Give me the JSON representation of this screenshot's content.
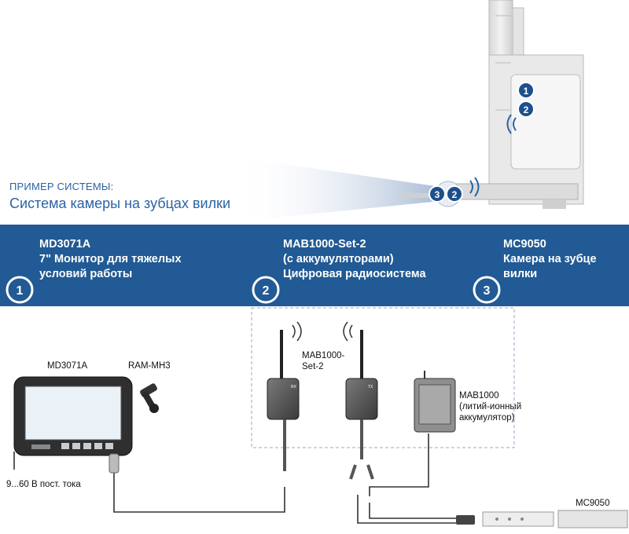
{
  "header": {
    "system_label": "ПРИМЕР СИСТЕМЫ:",
    "system_title": "Система камеры на зубцах вилки"
  },
  "products": [
    {
      "number": "1",
      "code": "MD3071A",
      "line1": "7\" Монитор для тяжелых",
      "line2": "условий работы"
    },
    {
      "number": "2",
      "code": "MAB1000-Set-2",
      "line1": "(с аккумуляторами)",
      "line2": "Цифровая радиосистема"
    },
    {
      "number": "3",
      "code": "MC9050",
      "line1": "Камера на зубце",
      "line2": "вилки"
    }
  ],
  "forklift_markers": [
    "1",
    "2",
    "3",
    "2"
  ],
  "components": {
    "monitor_label": "MD3071A",
    "mount_label": "RAM-MH3",
    "power_label": "9...60 В пост. тока",
    "set_label_line1": "MAB1000-",
    "set_label_line2": "Set-2",
    "rx_tag": "RX",
    "tx_tag": "TX",
    "battery_line1": "MAB1000",
    "battery_line2": "(литий-ионный",
    "battery_line3": "аккумулятор)",
    "camera_label": "MC9050"
  },
  "colors": {
    "band": "#215a94",
    "accent_text": "#2b63a4",
    "marker": "#1e4f8c"
  }
}
